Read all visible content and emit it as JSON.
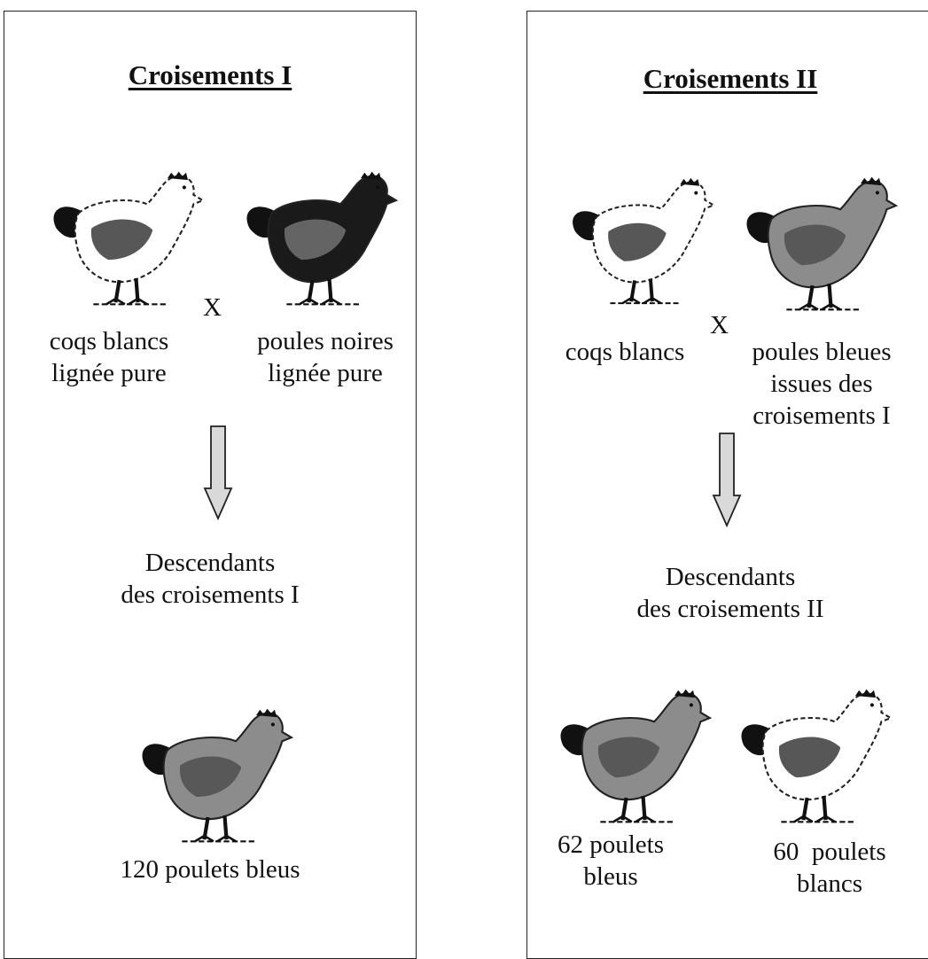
{
  "panel1": {
    "title": "Croisements I",
    "cross_symbol": "X",
    "parent_left": {
      "line1": "coqs blancs",
      "line2": "lignée pure",
      "plumage": "white"
    },
    "parent_right": {
      "line1": "poules noires",
      "line2": "lignée pure",
      "plumage": "black"
    },
    "offspring_heading": {
      "line1": "Descendants",
      "line2": "des croisements I"
    },
    "offspring": [
      {
        "label": "120 poulets bleus",
        "plumage": "blue"
      }
    ]
  },
  "panel2": {
    "title": "Croisements II",
    "cross_symbol": "X",
    "parent_left": {
      "line1": "coqs blancs",
      "plumage": "white"
    },
    "parent_right": {
      "line1": "poules bleues",
      "line2": "issues des",
      "line3": "croisements I",
      "plumage": "blue"
    },
    "offspring_heading": {
      "line1": "Descendants",
      "line2": "des croisements II"
    },
    "offspring": [
      {
        "line1": "62 poulets",
        "line2": "bleus",
        "plumage": "blue"
      },
      {
        "line1": "60  poulets",
        "line2": "blancs",
        "plumage": "white"
      }
    ]
  },
  "colors": {
    "white_hen_body": "#ffffff",
    "black_hen_body": "#1a1a1a",
    "blue_hen_body": "#8c8c8c",
    "wing": "#111111",
    "arrow_fill": "#d9d9d9",
    "outline": "#222222"
  },
  "icons": {
    "hen": "hen-icon",
    "down_arrow": "down-arrow-icon"
  }
}
